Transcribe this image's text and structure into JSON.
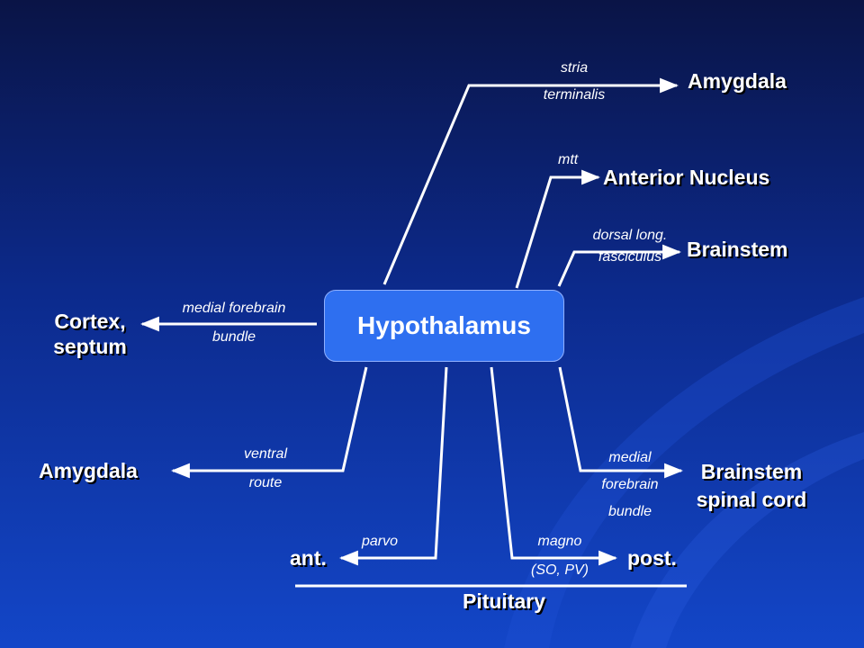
{
  "center": {
    "label": "Hypothalamus"
  },
  "outputs": {
    "amygdala_top": {
      "target": "Amygdala",
      "pathway_line1": "stria",
      "pathway_line2": "terminalis"
    },
    "anterior_nucleus": {
      "target": "Anterior Nucleus",
      "pathway": "mtt"
    },
    "brainstem_top": {
      "target": "Brainstem",
      "pathway_line1": "dorsal long.",
      "pathway_line2": "fasciculus"
    },
    "cortex_septum": {
      "target_line1": "Cortex,",
      "target_line2": "septum",
      "pathway_line1": "medial forebrain",
      "pathway_line2": "bundle"
    },
    "amygdala_bottom": {
      "target": "Amygdala",
      "pathway_line1": "ventral",
      "pathway_line2": "route"
    },
    "brainstem_spinal": {
      "target_line1": "Brainstem",
      "target_line2": "spinal cord",
      "pathway_line1": "medial",
      "pathway_line2": "forebrain",
      "pathway_line3": "bundle"
    }
  },
  "pituitary": {
    "label": "Pituitary",
    "anterior": {
      "label": "ant.",
      "pathway": "parvo"
    },
    "posterior": {
      "label": "post.",
      "pathway_line1": "magno",
      "pathway_line2": "(SO, PV)"
    }
  },
  "colors": {
    "background_top": "#0a1446",
    "background_bottom": "#1346c8",
    "box_fill": "#2e6ff0",
    "line": "#ffffff"
  }
}
